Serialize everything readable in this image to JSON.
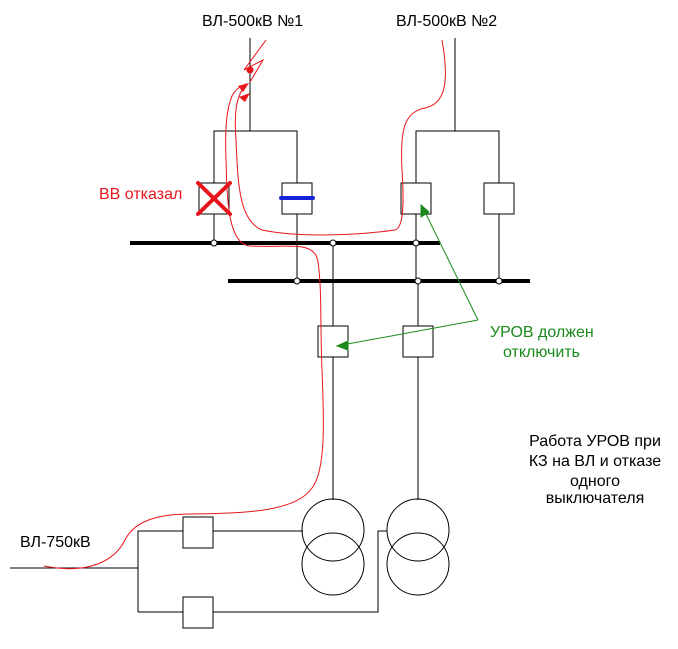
{
  "labels": {
    "line1": "ВЛ-500кВ №1",
    "line2": "ВЛ-500кВ №2",
    "line750": "ВЛ-750кВ",
    "failed_breaker": "ВВ отказал",
    "urov_line1": "УРОВ должен",
    "urov_line2": "отключить",
    "caption_line1": "Работа УРОВ при",
    "caption_line2": "КЗ на ВЛ и отказе",
    "caption_line3": "одного",
    "caption_line4": "выключателя"
  },
  "colors": {
    "wire": "#000000",
    "fault_path": "#e8141b",
    "failed_mark": "#e8141b",
    "closed_bar": "#1524d8",
    "urov_arrow": "#1a8a1a"
  }
}
